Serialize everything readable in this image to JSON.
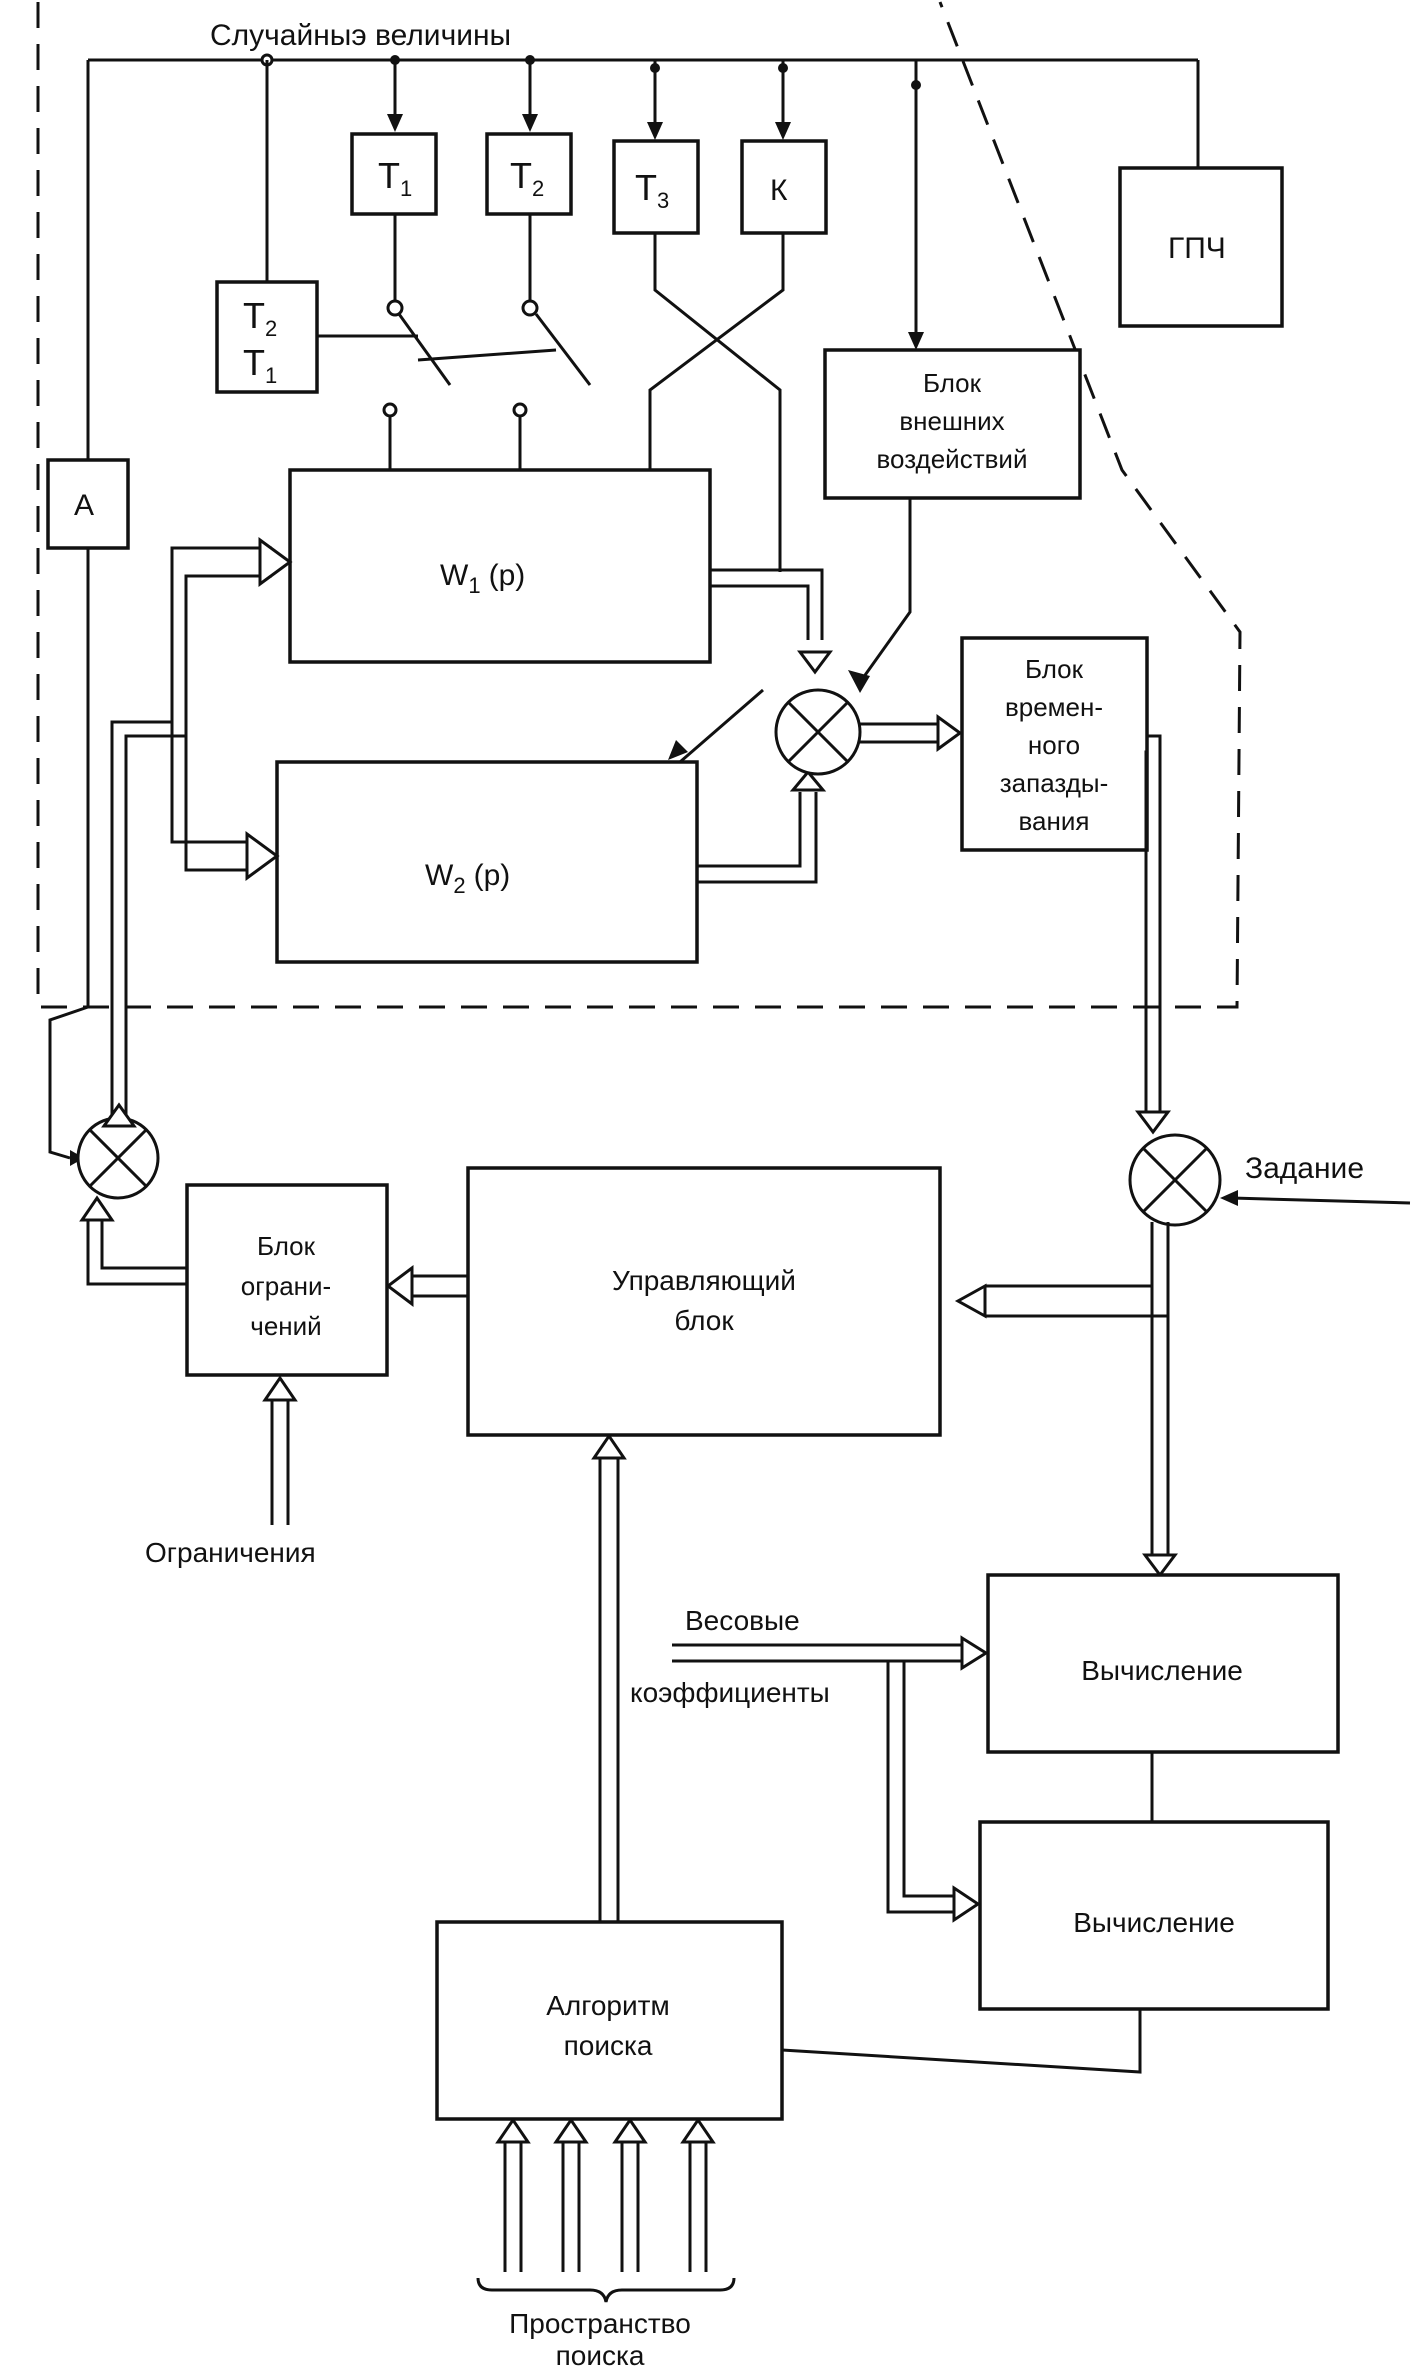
{
  "labels": {
    "random_values": "Случайныэ величины",
    "assignment": "Задание",
    "restrictions": "Ограничения",
    "weights_line1": "Весовые",
    "weights_line2": "коэффициенты",
    "search_space_line1": "Пространство",
    "search_space_line2": "поиска"
  },
  "blocks": {
    "t1": {
      "main": "T",
      "sub": "1"
    },
    "t2": {
      "main": "T",
      "sub": "2"
    },
    "t3": {
      "main": "T",
      "sub": "3"
    },
    "k": "К",
    "gpch": "ГПЧ",
    "t2t1": {
      "top_main": "T",
      "top_sub": "2",
      "bot_main": "T",
      "bot_sub": "1"
    },
    "a": "А",
    "w1": {
      "main": "W",
      "sub": "1",
      "arg": "(p)"
    },
    "w2": {
      "main": "W",
      "sub": "2",
      "arg": "(p)"
    },
    "external": [
      "Блок",
      "внешних",
      "воздействий"
    ],
    "delay": [
      "Блок",
      "времен-",
      "ного",
      "запазды-",
      "вания"
    ],
    "restriction_block": [
      "Блок",
      "ограни-",
      "чений"
    ],
    "control": [
      "Управляющий",
      "блок"
    ],
    "calc1": "Вычисление",
    "calc2": "Вычисление",
    "search_algo": [
      "Алгоритм",
      "поиска"
    ]
  }
}
